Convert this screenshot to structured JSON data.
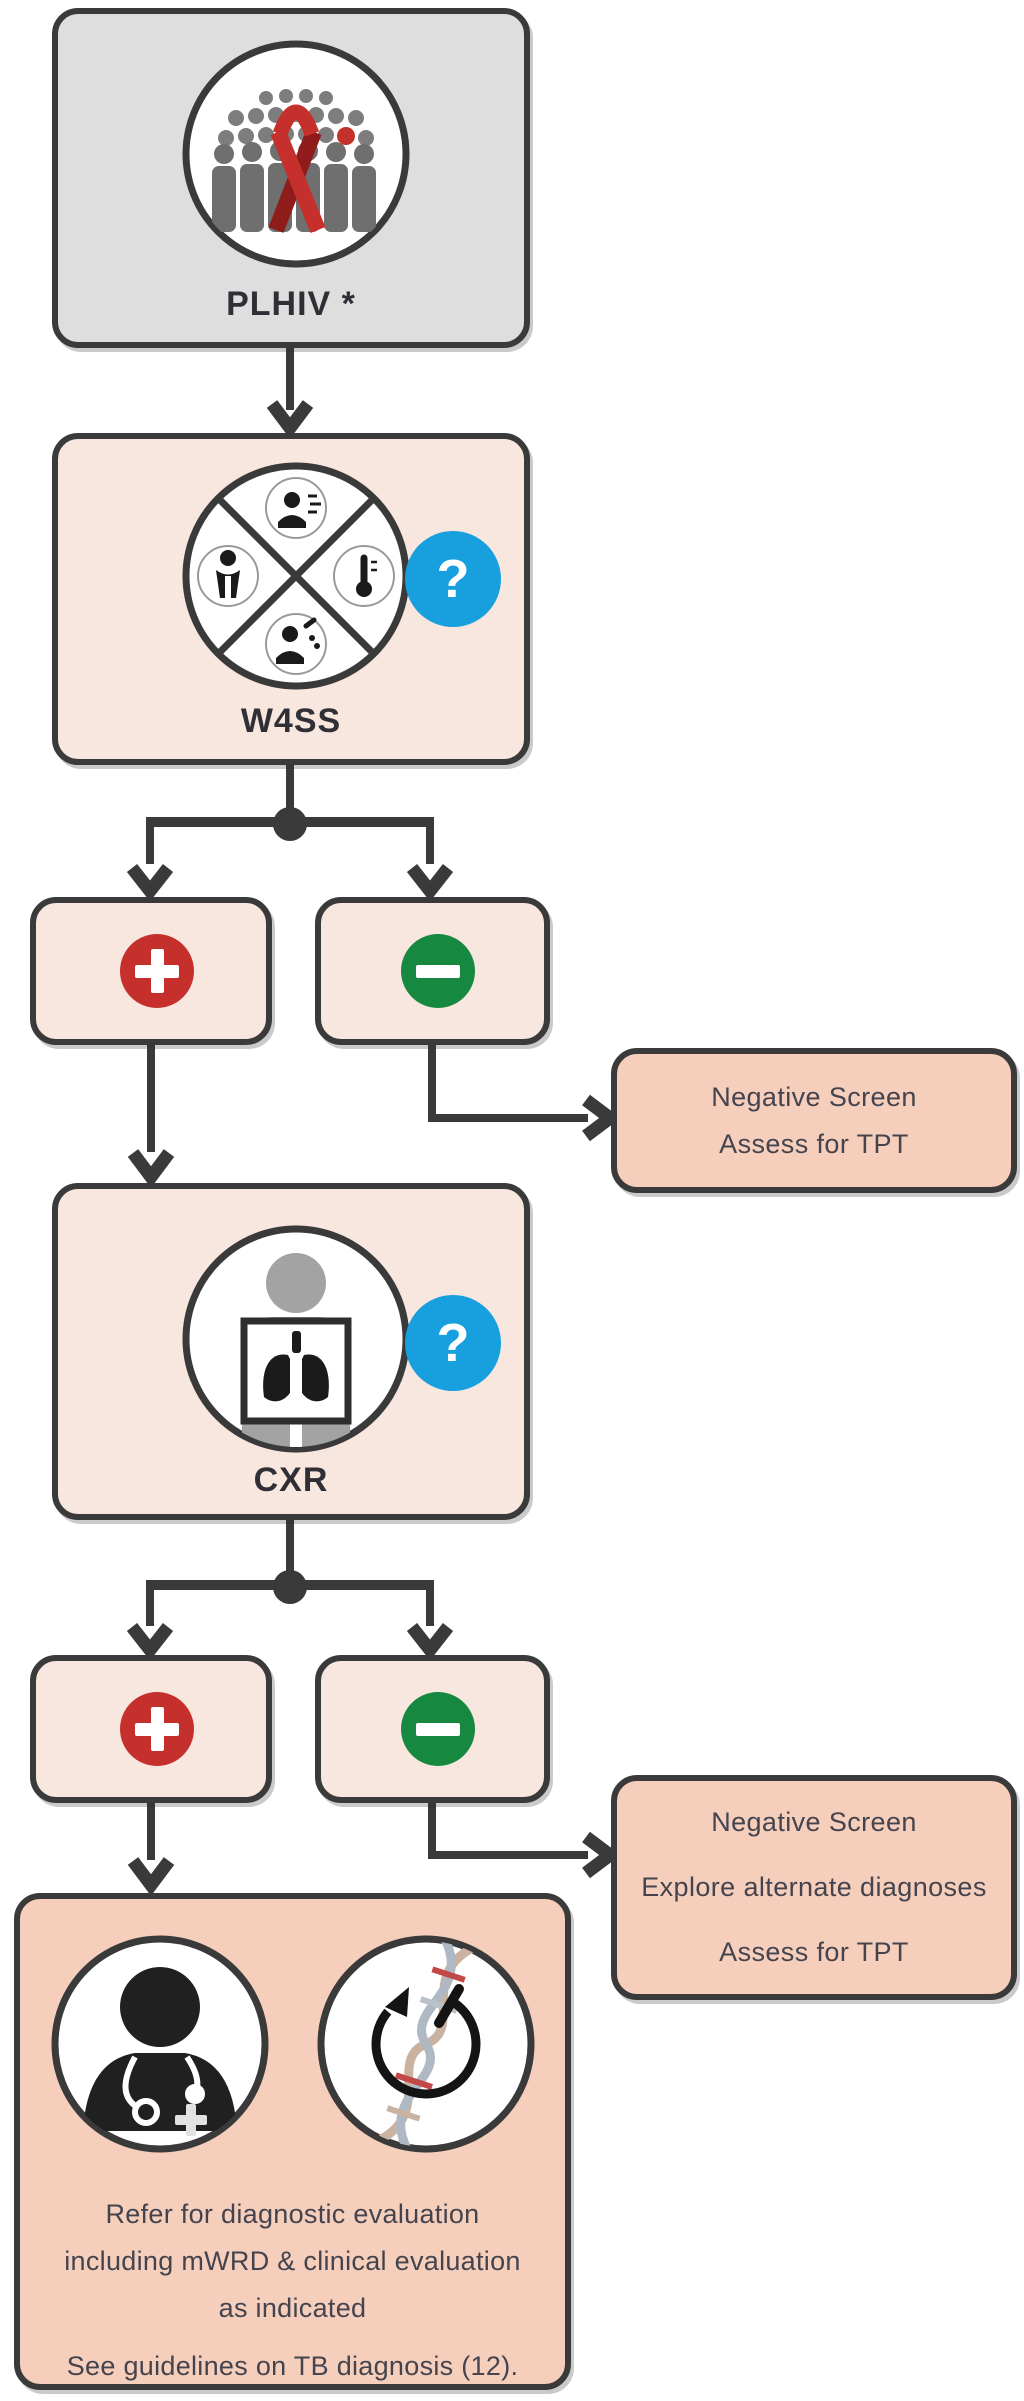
{
  "icons": {
    "help": "?",
    "positive": "+",
    "negative": "−"
  },
  "nodes": {
    "plhiv": {
      "label": "PLHIV *"
    },
    "w4ss": {
      "label": "W4SS"
    },
    "cxr": {
      "label": "CXR"
    },
    "w4ss_negative": {
      "lines": [
        "Negative Screen",
        "Assess for TPT"
      ]
    },
    "cxr_negative": {
      "lines": [
        "Negative Screen",
        "Explore alternate diagnoses",
        "Assess for TPT"
      ]
    },
    "referral": {
      "lines": [
        "Refer for diagnostic evaluation",
        "including mWRD & clinical evaluation",
        "as indicated",
        "See guidelines on TB diagnosis (12)."
      ]
    }
  },
  "colors": {
    "outline": "#3a3a3a",
    "gray_fill": "#dedede",
    "peach_light": "#f8e7df",
    "peach_dark": "#f5cfbc",
    "red": "#c5302c",
    "green": "#17883f",
    "blue": "#18a0de",
    "text_dark": "#45444e",
    "label_dark": "#312f36"
  }
}
